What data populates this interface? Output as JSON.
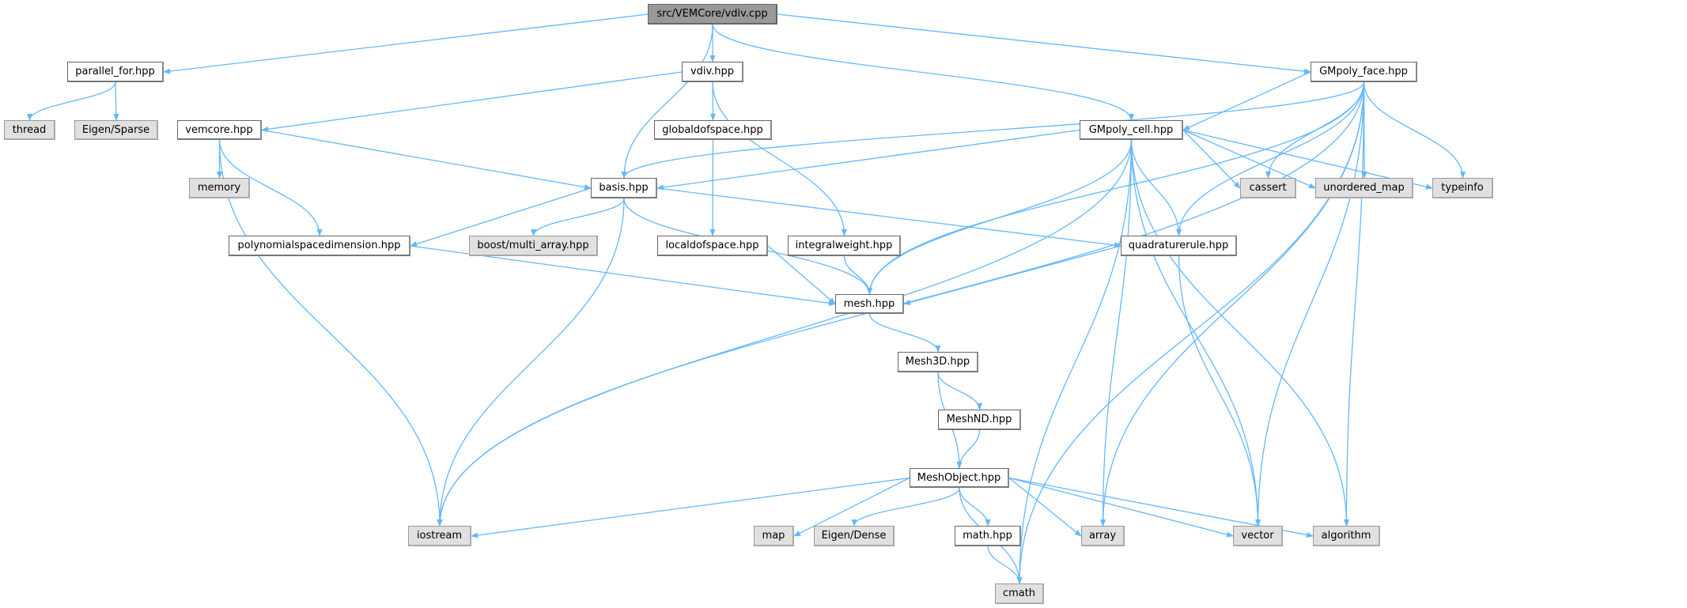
{
  "colors": {
    "edge": "#63b8ff",
    "root_fill": "#999999",
    "system_fill": "#e0e0e0",
    "local_fill": "#ffffff"
  },
  "nodes": [
    {
      "id": "vdiv_cpp",
      "label": "src/VEMCore/vdiv.cpp",
      "kind": "root"
    },
    {
      "id": "parallel_for",
      "label": "parallel_for.hpp",
      "kind": "local"
    },
    {
      "id": "vdiv_hpp",
      "label": "vdiv.hpp",
      "kind": "local"
    },
    {
      "id": "gmpoly_face",
      "label": "GMpoly_face.hpp",
      "kind": "local"
    },
    {
      "id": "thread",
      "label": "thread",
      "kind": "system"
    },
    {
      "id": "eigen_sparse",
      "label": "Eigen/Sparse",
      "kind": "system"
    },
    {
      "id": "vemcore",
      "label": "vemcore.hpp",
      "kind": "local"
    },
    {
      "id": "globaldofspace",
      "label": "globaldofspace.hpp",
      "kind": "local"
    },
    {
      "id": "gmpoly_cell",
      "label": "GMpoly_cell.hpp",
      "kind": "local"
    },
    {
      "id": "memory",
      "label": "memory",
      "kind": "system"
    },
    {
      "id": "basis",
      "label": "basis.hpp",
      "kind": "local"
    },
    {
      "id": "cassert",
      "label": "cassert",
      "kind": "system"
    },
    {
      "id": "unordered_map",
      "label": "unordered_map",
      "kind": "system"
    },
    {
      "id": "typeinfo",
      "label": "typeinfo",
      "kind": "system"
    },
    {
      "id": "polydim",
      "label": "polynomialspacedimension.hpp",
      "kind": "local"
    },
    {
      "id": "boost_multi_array",
      "label": "boost/multi_array.hpp",
      "kind": "system"
    },
    {
      "id": "localdofspace",
      "label": "localdofspace.hpp",
      "kind": "local"
    },
    {
      "id": "integralweight",
      "label": "integralweight.hpp",
      "kind": "local"
    },
    {
      "id": "quadraturerule",
      "label": "quadraturerule.hpp",
      "kind": "local"
    },
    {
      "id": "mesh",
      "label": "mesh.hpp",
      "kind": "local"
    },
    {
      "id": "mesh3d",
      "label": "Mesh3D.hpp",
      "kind": "local"
    },
    {
      "id": "meshnd",
      "label": "MeshND.hpp",
      "kind": "local"
    },
    {
      "id": "meshobject",
      "label": "MeshObject.hpp",
      "kind": "local"
    },
    {
      "id": "iostream",
      "label": "iostream",
      "kind": "system"
    },
    {
      "id": "map",
      "label": "map",
      "kind": "system"
    },
    {
      "id": "eigen_dense",
      "label": "Eigen/Dense",
      "kind": "system"
    },
    {
      "id": "math",
      "label": "math.hpp",
      "kind": "local"
    },
    {
      "id": "array",
      "label": "array",
      "kind": "system"
    },
    {
      "id": "vector",
      "label": "vector",
      "kind": "system"
    },
    {
      "id": "algorithm",
      "label": "algorithm",
      "kind": "system"
    },
    {
      "id": "cmath",
      "label": "cmath",
      "kind": "system"
    }
  ],
  "edges": [
    [
      "vdiv_cpp",
      "parallel_for"
    ],
    [
      "vdiv_cpp",
      "vdiv_hpp"
    ],
    [
      "vdiv_cpp",
      "basis"
    ],
    [
      "vdiv_cpp",
      "gmpoly_cell"
    ],
    [
      "vdiv_cpp",
      "gmpoly_face"
    ],
    [
      "parallel_for",
      "thread"
    ],
    [
      "parallel_for",
      "eigen_sparse"
    ],
    [
      "vdiv_hpp",
      "vemcore"
    ],
    [
      "vdiv_hpp",
      "globaldofspace"
    ],
    [
      "vdiv_hpp",
      "integralweight"
    ],
    [
      "vemcore",
      "memory"
    ],
    [
      "vemcore",
      "polydim"
    ],
    [
      "vemcore",
      "basis"
    ],
    [
      "vemcore",
      "iostream"
    ],
    [
      "globaldofspace",
      "localdofspace"
    ],
    [
      "basis",
      "polydim"
    ],
    [
      "basis",
      "boost_multi_array"
    ],
    [
      "basis",
      "mesh"
    ],
    [
      "basis",
      "quadraturerule"
    ],
    [
      "basis",
      "iostream"
    ],
    [
      "polydim",
      "mesh"
    ],
    [
      "localdofspace",
      "mesh"
    ],
    [
      "integralweight",
      "mesh"
    ],
    [
      "quadraturerule",
      "mesh"
    ],
    [
      "quadraturerule",
      "vector"
    ],
    [
      "gmpoly_face",
      "iostream"
    ],
    [
      "gmpoly_face",
      "basis"
    ],
    [
      "gmpoly_face",
      "mesh"
    ],
    [
      "gmpoly_face",
      "gmpoly_cell"
    ],
    [
      "gmpoly_face",
      "cassert"
    ],
    [
      "gmpoly_face",
      "unordered_map"
    ],
    [
      "gmpoly_face",
      "typeinfo"
    ],
    [
      "gmpoly_face",
      "quadraturerule"
    ],
    [
      "gmpoly_face",
      "array"
    ],
    [
      "gmpoly_face",
      "vector"
    ],
    [
      "gmpoly_face",
      "algorithm"
    ],
    [
      "gmpoly_face",
      "cmath"
    ],
    [
      "gmpoly_cell",
      "basis"
    ],
    [
      "gmpoly_cell",
      "mesh"
    ],
    [
      "gmpoly_cell",
      "iostream"
    ],
    [
      "gmpoly_cell",
      "cmath"
    ],
    [
      "gmpoly_cell",
      "array"
    ],
    [
      "gmpoly_cell",
      "quadraturerule"
    ],
    [
      "gmpoly_cell",
      "vector"
    ],
    [
      "gmpoly_cell",
      "algorithm"
    ],
    [
      "gmpoly_cell",
      "cassert"
    ],
    [
      "gmpoly_cell",
      "unordered_map"
    ],
    [
      "gmpoly_cell",
      "typeinfo"
    ],
    [
      "mesh",
      "mesh3d"
    ],
    [
      "mesh3d",
      "meshnd"
    ],
    [
      "mesh3d",
      "meshobject"
    ],
    [
      "meshnd",
      "meshobject"
    ],
    [
      "meshobject",
      "iostream"
    ],
    [
      "meshobject",
      "map"
    ],
    [
      "meshobject",
      "eigen_dense"
    ],
    [
      "meshobject",
      "cmath"
    ],
    [
      "meshobject",
      "math"
    ],
    [
      "meshobject",
      "array"
    ],
    [
      "meshobject",
      "vector"
    ],
    [
      "meshobject",
      "algorithm"
    ],
    [
      "math",
      "cmath"
    ]
  ]
}
